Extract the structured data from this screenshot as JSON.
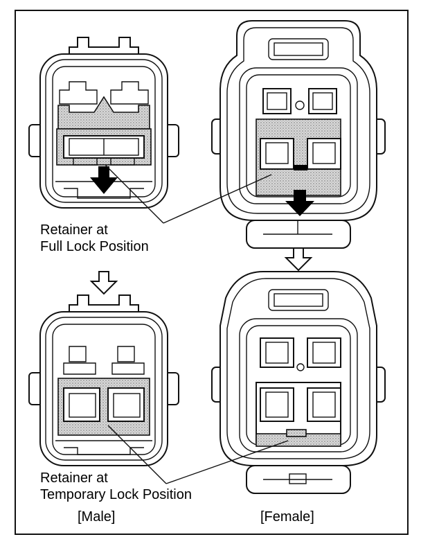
{
  "labels": {
    "full_lock_line1": "Retainer at",
    "full_lock_line2": "Full Lock Position",
    "temp_lock_line1": "Retainer at",
    "temp_lock_line2": "Temporary Lock Position",
    "male": "[Male]",
    "female": "[Female]"
  },
  "icons": {
    "down_arrow_filled": "down-arrow-filled-icon",
    "down_arrow_outline": "down-arrow-outline-icon"
  }
}
